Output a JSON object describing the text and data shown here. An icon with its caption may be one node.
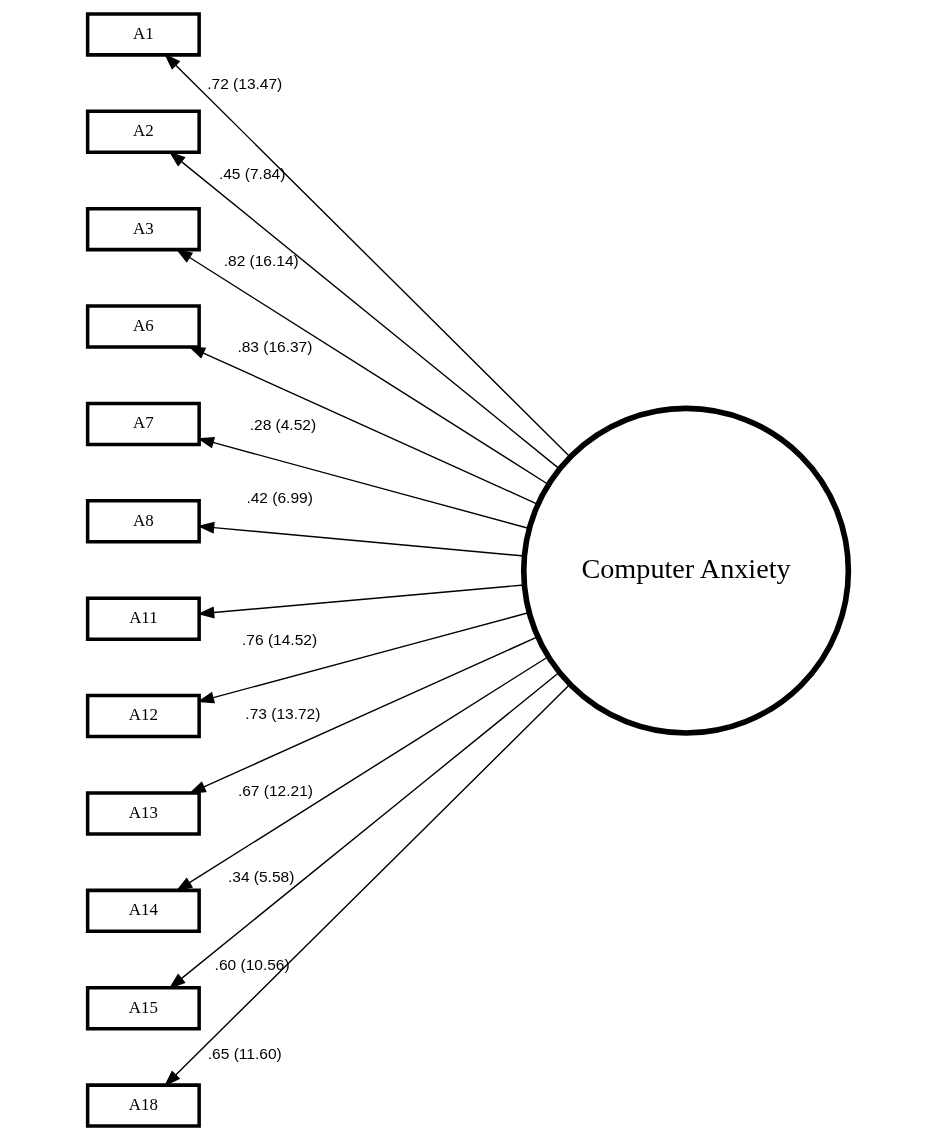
{
  "diagram": {
    "nodes": [
      {
        "text": [
          "A1"
        ]
      },
      {
        "text": [
          "A2"
        ]
      },
      {
        "text": [
          "A3"
        ]
      },
      {
        "text": [
          "A6"
        ]
      },
      {
        "text": [
          "A7"
        ]
      },
      {
        "text": [
          "A8"
        ]
      },
      {
        "text": [
          "A11"
        ]
      },
      {
        "text": [
          "A12"
        ]
      },
      {
        "text": [
          "A13"
        ]
      },
      {
        "text": [
          "A14"
        ]
      },
      {
        "text": [
          "A15"
        ]
      },
      {
        "text": [
          "A18"
        ]
      },
      {
        "text": [
          "Computer Anxiety"
        ]
      }
    ],
    "edges": [
      {
        "from": 12,
        "to": 0,
        "arrow": "to",
        "label": ".72 (13.47)"
      },
      {
        "from": 12,
        "to": 1,
        "arrow": "to",
        "label": ".45 (7.84)"
      },
      {
        "from": 12,
        "to": 2,
        "arrow": "to",
        "label": ".82 (16.14)"
      },
      {
        "from": 12,
        "to": 3,
        "arrow": "to",
        "label": ".83 (16.37)"
      },
      {
        "from": 12,
        "to": 4,
        "arrow": "to",
        "label": ".28 (4.52)"
      },
      {
        "from": 12,
        "to": 5,
        "arrow": "to",
        "label": ".42 (6.99)"
      },
      {
        "from": 12,
        "to": 6,
        "arrow": "to",
        "label": ".76 (14.52)"
      },
      {
        "from": 12,
        "to": 7,
        "arrow": "to",
        "label": ".73 (13.72)"
      },
      {
        "from": 12,
        "to": 8,
        "arrow": "to",
        "label": ".67 (12.21)"
      },
      {
        "from": 12,
        "to": 9,
        "arrow": "to",
        "label": ".34 (5.58)"
      },
      {
        "from": 12,
        "to": 10,
        "arrow": "to",
        "label": ".60 (10.56)"
      },
      {
        "from": 12,
        "to": 11,
        "arrow": "to",
        "label": ".65 (11.60)"
      }
    ]
  }
}
